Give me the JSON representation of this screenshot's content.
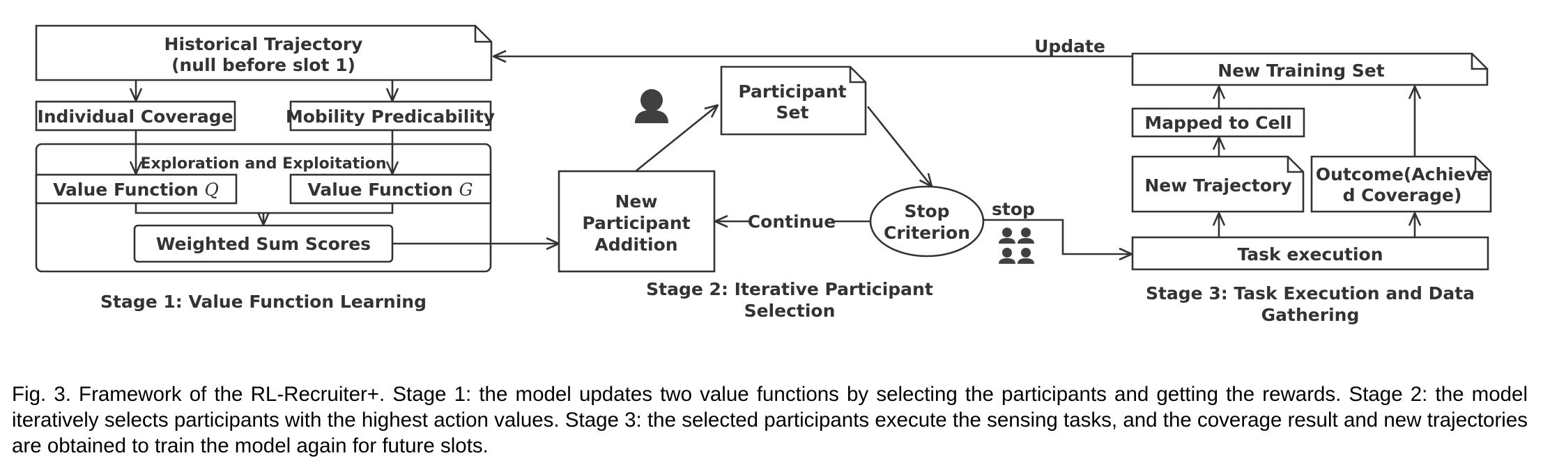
{
  "stage1": {
    "historical_trajectory": {
      "line1": "Historical Trajectory",
      "line2": "(null before slot 1)"
    },
    "individual_coverage": "Individual Coverage",
    "mobility_predictability": "Mobility Predicability",
    "exploration_exploitation": "Exploration and Exploitation",
    "value_function_q": {
      "text": "Value Function ",
      "symbol": "Q"
    },
    "value_function_g": {
      "text": "Value Function ",
      "symbol": "G"
    },
    "weighted_sum_scores": "Weighted Sum Scores",
    "title": "Stage 1: Value Function Learning"
  },
  "stage2": {
    "participant_set": {
      "line1": "Participant",
      "line2": "Set"
    },
    "new_participant_addition": {
      "line1": "New",
      "line2": "Participant",
      "line3": "Addition"
    },
    "stop_criterion": {
      "line1": "Stop",
      "line2": "Criterion"
    },
    "continue_label": "Continue",
    "stop_label": "stop",
    "title": {
      "line1": "Stage 2: Iterative Participant",
      "line2": "Selection"
    }
  },
  "stage3": {
    "update_label": "Update",
    "new_training_set": "New Training Set",
    "mapped_to_cell": "Mapped to Cell",
    "new_trajectory": "New Trajectory",
    "outcome": {
      "line1": "Outcome(Achieve",
      "line2": "d Coverage)"
    },
    "task_execution": "Task execution",
    "title": {
      "line1": "Stage 3: Task Execution and Data",
      "line2": "Gathering"
    }
  },
  "icons": {
    "single_participant": "person-icon",
    "participant_group": "people-group-icon"
  },
  "caption": "Fig. 3. Framework of the RL-Recruiter+. Stage 1: the model updates two value functions by selecting the participants and getting the rewards. Stage 2: the model iteratively selects participants with the highest action values. Stage 3: the selected participants execute the sensing tasks, and the coverage result and new trajectories are obtained to train the model again for future slots."
}
